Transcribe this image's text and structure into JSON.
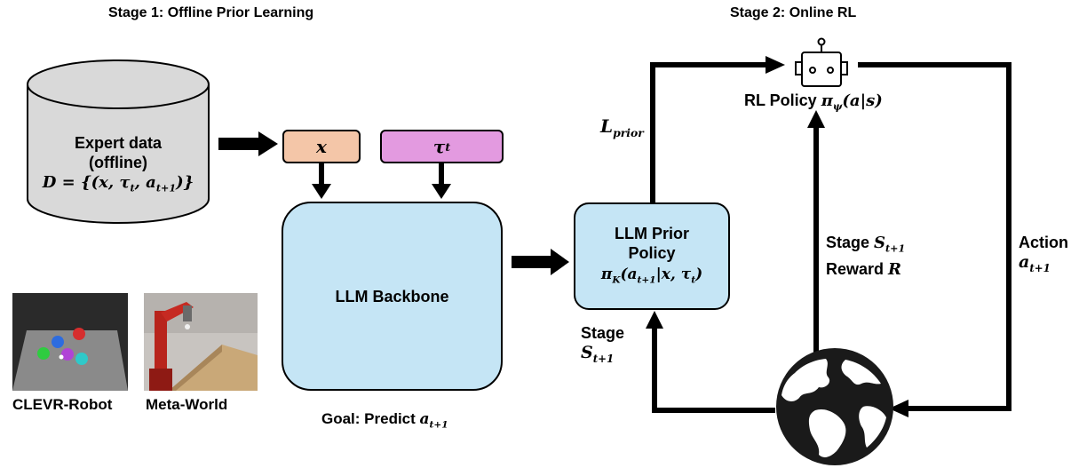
{
  "stage1": {
    "title": "Stage 1: Offline Prior Learning"
  },
  "stage2": {
    "title": "Stage 2: Online RL"
  },
  "expert_data": {
    "line1": "Expert data",
    "line2": "(offline)",
    "formula": "D = {(x, τ",
    "formula_t": "t",
    "formula_mid": ", a",
    "formula_sub": "t+1",
    "formula_end": ")}"
  },
  "input_x": {
    "symbol": "x"
  },
  "input_tau": {
    "symbol": "τ",
    "sub": "t"
  },
  "llm_backbone": {
    "label": "LLM Backbone"
  },
  "goal": {
    "prefix": "Goal: Predict ",
    "symbol": "a",
    "sub": "t+1"
  },
  "thumbnails": {
    "clevr_label": "CLEVR-Robot",
    "metaworld_label": "Meta-World"
  },
  "prior_policy": {
    "line1": "LLM  Prior",
    "line2": "Policy",
    "formula_pi": "π",
    "formula_k": "K",
    "formula_open": "(a",
    "formula_sub": "t+1",
    "formula_rest": "|x, τ",
    "formula_t": "t",
    "formula_close": ")"
  },
  "l_prior": {
    "symbol": "L",
    "sub": "prior"
  },
  "rl_policy": {
    "label": "RL Policy ",
    "pi": "π",
    "sub": "ψ",
    "args": "(a|s)"
  },
  "stage_state_left": {
    "word": "Stage",
    "symbol": "S",
    "sub": "t+1"
  },
  "stage_reward": {
    "word": "Stage ",
    "symbol": "S",
    "sub": "t+1",
    "reward_word": "Reward ",
    "reward_symbol": "R"
  },
  "action": {
    "word": "Action",
    "symbol": "a",
    "sub": "t+1"
  },
  "icons": {
    "robot": "robot-icon",
    "globe": "globe-icon",
    "database": "database-icon"
  },
  "colors": {
    "cylinder_fill": "#d9d9d9",
    "x_box": "#f4c6a8",
    "tau_box": "#e39ae0",
    "llm_box": "#c5e5f5",
    "stroke": "#000000"
  }
}
